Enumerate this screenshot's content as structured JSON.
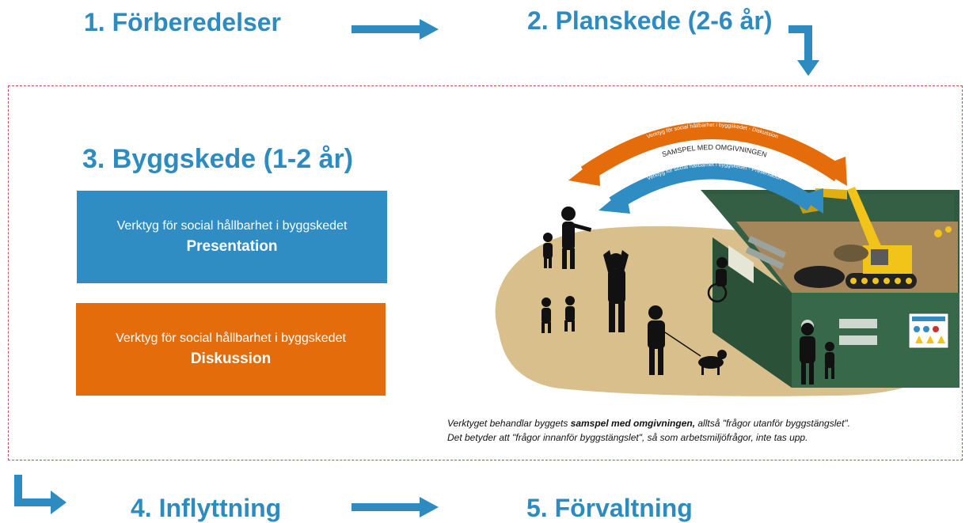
{
  "steps": {
    "step1": "1. Förberedelser",
    "step2": "2. Planskede (2-6 år)",
    "step3": "3. Byggskede (1-2 år)",
    "step4": "4. Inflyttning",
    "step5": "5. Förvaltning"
  },
  "tools": {
    "presentation": {
      "title": "Verktyg för social hållbarhet i byggskedet",
      "label": "Presentation"
    },
    "diskussion": {
      "title": "Verktyg för social hållbarhet i byggskedet",
      "label": "Diskussion"
    }
  },
  "illustration": {
    "center_label": "SAMSPEL MED OMGIVNINGEN",
    "orange_arc_label": "Verktyg för social hållbarhet i byggskedet - Diskussion",
    "blue_arc_label": "Verktyg för social hållbarhet i byggskedet - Presentation"
  },
  "caption": {
    "line1_a": "Verktyget behandlar byggets ",
    "line1_bold": "samspel med omgivningen,",
    "line1_b": " alltså \"frågor utanför byggstängslet\".",
    "line2": "Det betyder att \"frågor innanför byggstängslet\", så som arbetsmiljöfrågor, inte tas upp."
  },
  "colors": {
    "heading_blue": "#2e8bc0",
    "box_blue": "#2f8dc4",
    "box_orange": "#e46c0a",
    "frame_red": "#c0504d",
    "site_green": "#2f5a3f",
    "sand": "#d9bf8c",
    "excavator_yellow": "#f2c318"
  },
  "icons": [
    "right-arrow-icon",
    "down-turn-arrow-icon",
    "right-turn-arrow-icon"
  ]
}
